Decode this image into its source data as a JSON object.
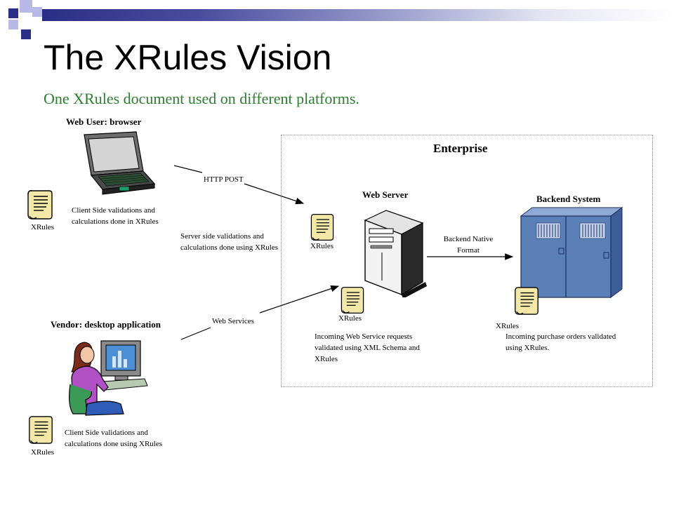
{
  "slide": {
    "title": "The XRules Vision",
    "subtitle": "One XRules document used on different platforms.",
    "colors": {
      "subtitle": "#2e7d32",
      "server": "#5b80b8",
      "corner_navy": "#2b2e86",
      "corner_lavender": "#b8b9e6"
    }
  },
  "diagram": {
    "web_user": {
      "heading": "Web User: browser",
      "icon": "laptop-icon",
      "note_line1": "Client Side validations and",
      "note_line2": "calculations done in XRules",
      "xrules_label": "XRules"
    },
    "vendor": {
      "heading": "Vendor: desktop application",
      "icon": "person-at-computer-icon",
      "note_line1": "Client Side validations and",
      "note_line2": "calculations done using XRules",
      "xrules_label": "XRules"
    },
    "http_post": {
      "label": "HTTP POST",
      "note_line1": "Server side validations and",
      "note_line2": "calculations done using XRules",
      "xrules_label": "XRules"
    },
    "web_services": {
      "label": "Web Services",
      "xrules_label": "XRules",
      "note_line1": "Incoming Web Service requests",
      "note_line2": "validated using XML Schema and",
      "note_line3": "XRules"
    },
    "enterprise": {
      "label": "Enterprise",
      "web_server": {
        "heading": "Web Server",
        "icon": "tower-server-icon"
      },
      "backend_native": {
        "line1": "Backend Native",
        "line2": "Format"
      },
      "backend_system": {
        "heading": "Backend System",
        "icon": "mainframe-icon",
        "xrules_label": "XRules",
        "note_line1": "Incoming purchase orders validated",
        "note_line2": "using XRules."
      }
    }
  }
}
